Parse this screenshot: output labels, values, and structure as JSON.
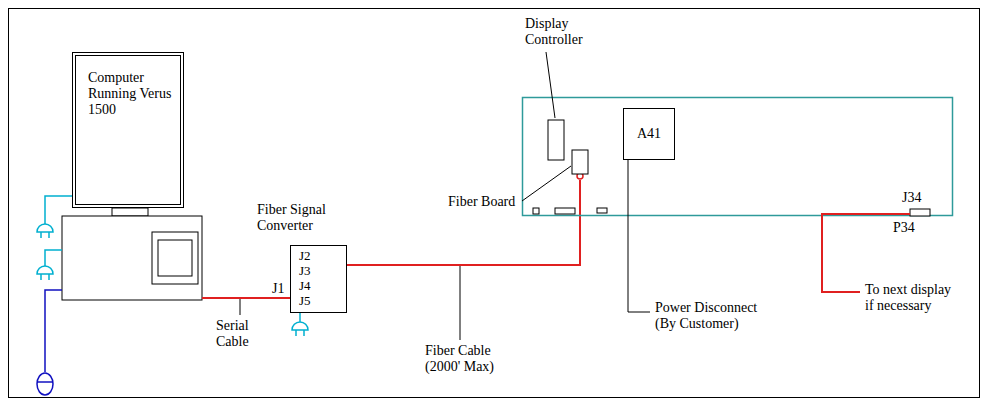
{
  "diagram": {
    "nodes": [
      {
        "text": [
          "Computer Running Verus 1500"
        ]
      },
      {
        "text": [
          "Fiber Signal Converter",
          "J2",
          "J3",
          "J4",
          "J5"
        ]
      },
      {
        "text": [
          "A41"
        ]
      }
    ],
    "labels": [
      "J1",
      "Serial Cable",
      "Fiber Cable (2000' Max)",
      "Display Controller",
      "Fiber Board",
      "Power Disconnect (By Customer)",
      "J34",
      "P34",
      "To next display if necessary"
    ]
  }
}
